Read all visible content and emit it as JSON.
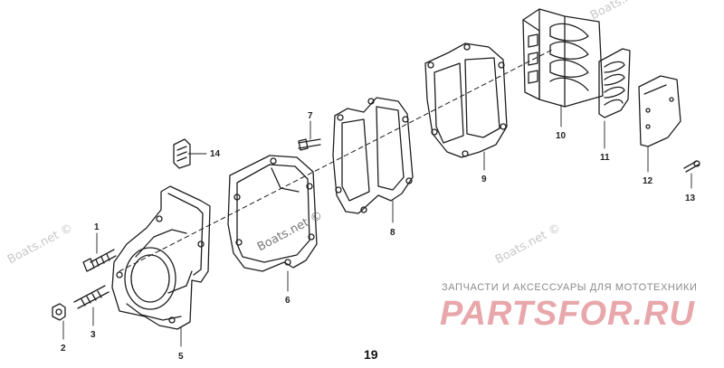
{
  "watermarks": {
    "top_right": "Boats.net ©",
    "left": "Boats.net ©",
    "center": "Boats.net ©",
    "right": "Boats.net ©"
  },
  "callouts": {
    "c1": "1",
    "c2": "2",
    "c3": "3",
    "c5": "5",
    "c6": "6",
    "c7": "7",
    "c8": "8",
    "c9": "9",
    "c10": "10",
    "c11": "11",
    "c12": "12",
    "c13": "13",
    "c14": "14"
  },
  "page_number": "19",
  "brand": {
    "tagline": "ЗАПЧАСТИ И АКСЕССУАРЫ ДЛЯ МОТОТЕХНИКИ",
    "logo": "PARTSFOR.RU"
  }
}
